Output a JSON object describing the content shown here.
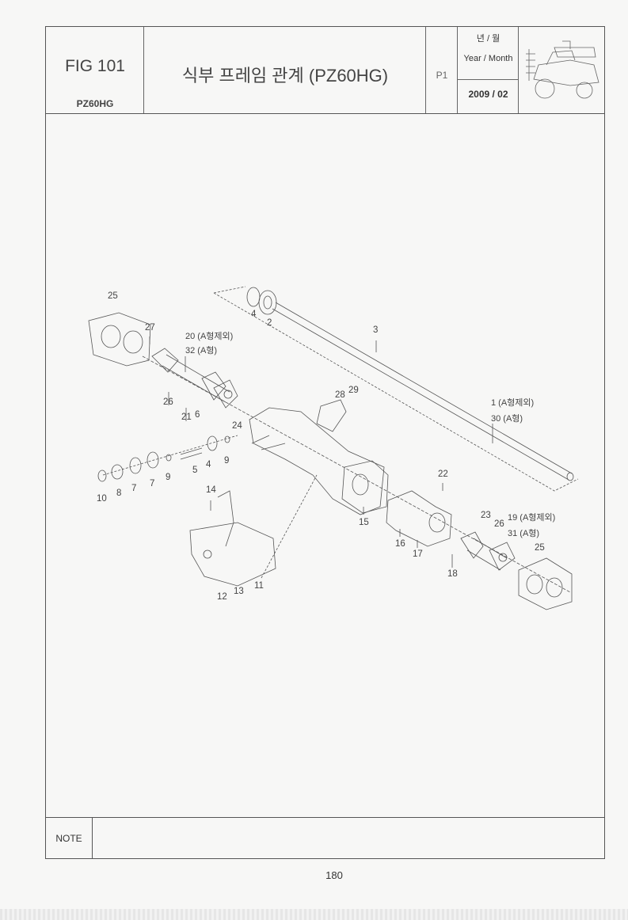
{
  "header": {
    "fig_label": "FIG 101",
    "model": "PZ60HG",
    "title": "식부 프레임 관계 (PZ60HG)",
    "page_code": "P1",
    "year_month_kr": "년 / 월",
    "year_month_en": "Year / Month",
    "date": "2009 / 02",
    "thumbnail_icon": "rice-transplanter-illustration"
  },
  "diagram": {
    "labels": [
      "25",
      "4",
      "2",
      "3",
      "27",
      "20 (A형제외)",
      "32 (A형)",
      "26",
      "21",
      "6",
      "24",
      "28",
      "29",
      "1 (A형제외)",
      "30 (A형)",
      "9",
      "4",
      "5",
      "9",
      "7",
      "7",
      "8",
      "10",
      "22",
      "14",
      "15",
      "23",
      "19 (A형제외)",
      "26",
      "31 (A형)",
      "25",
      "16",
      "17",
      "18",
      "11",
      "13",
      "12"
    ]
  },
  "footer": {
    "note_label": "NOTE",
    "page_number": "180"
  }
}
